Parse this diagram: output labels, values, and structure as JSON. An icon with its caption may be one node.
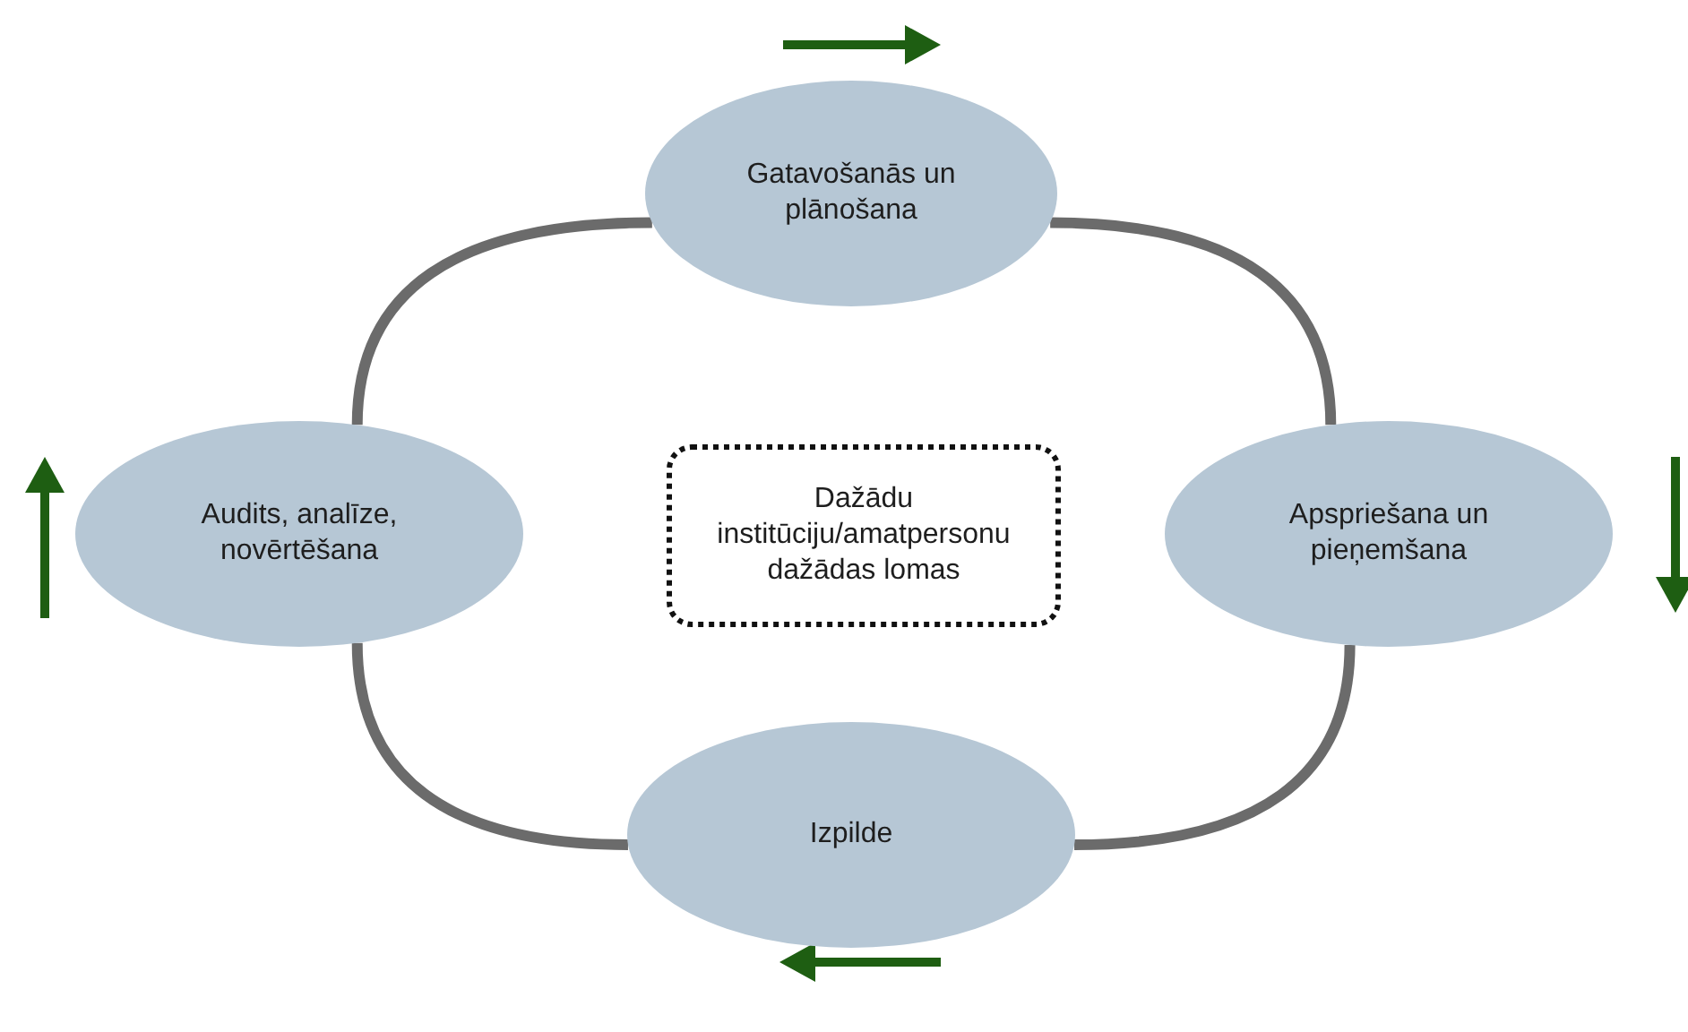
{
  "diagram": {
    "nodes": [
      {
        "text": [
          "Gatavošanās un plānošana"
        ]
      },
      {
        "text": [
          "Audits, analīze, novērtēšana"
        ]
      },
      {
        "text": [
          "Dažādu institūciju/amatpersonu dažādas lomas"
        ]
      },
      {
        "text": [
          "Apspriešana un pieņemšana"
        ]
      },
      {
        "text": [
          "Izpilde"
        ]
      }
    ],
    "edges": [
      {
        "from": 0,
        "to": 3,
        "arrow": "none"
      },
      {
        "from": 3,
        "to": 4,
        "arrow": "none"
      },
      {
        "from": 4,
        "to": 1,
        "arrow": "none"
      },
      {
        "from": 1,
        "to": 0,
        "arrow": "none"
      }
    ]
  }
}
